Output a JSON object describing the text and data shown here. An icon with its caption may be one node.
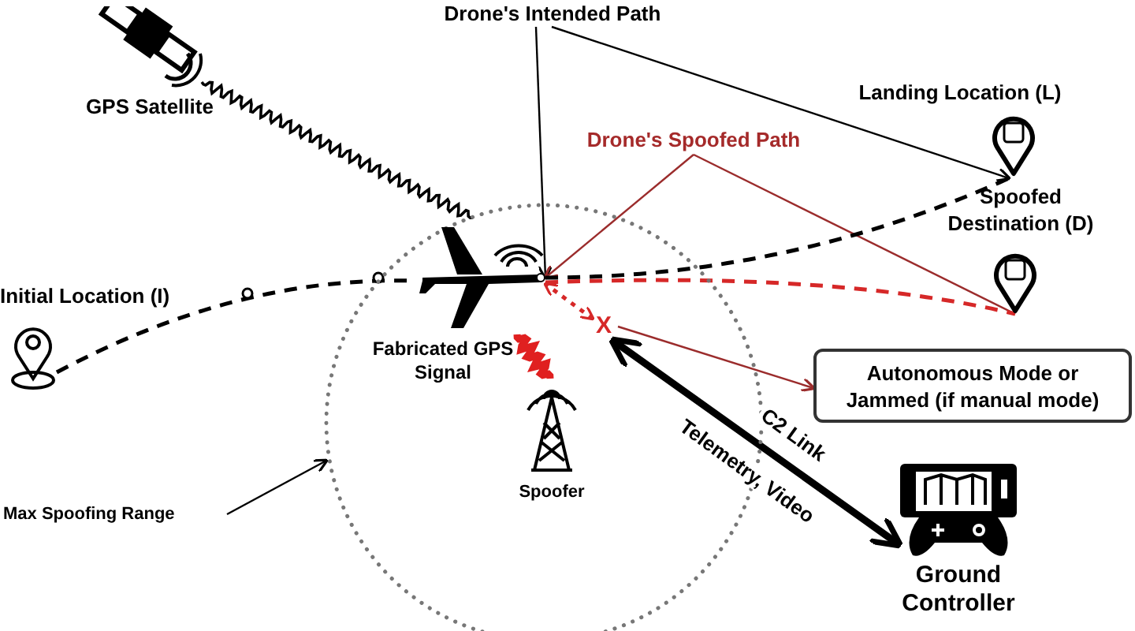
{
  "diagram": {
    "nodes": [
      {
        "text": [
          "Drone's Intended Path"
        ]
      },
      {
        "text": [
          "GPS Satellite"
        ]
      },
      {
        "text": [
          "Initial Location (I)"
        ]
      },
      {
        "text": [],
        "shape": "picture",
        "in": 12
      },
      {
        "text": [
          "Drone's Spoofed Path"
        ]
      },
      {
        "text": [
          "Landing Location (L)"
        ]
      },
      {
        "text": [
          "Spoofed Destination (D)"
        ]
      },
      {
        "text": [
          "Autonomous Mode or Jammed (if manual mode)"
        ]
      },
      {
        "text": [
          "Spoofer"
        ],
        "in": 12
      },
      {
        "text": [
          "Ground Controller"
        ]
      },
      {
        "text": [
          "X"
        ],
        "in": 12
      },
      {
        "text": [
          "Max Spoofing Range"
        ]
      },
      {
        "text": [],
        "shape": "circle"
      }
    ],
    "edges": [
      {
        "from": 0,
        "to": 3,
        "arrow": "to"
      },
      {
        "from": 0,
        "to": 5,
        "arrow": "to"
      },
      {
        "from": 4,
        "to": 3,
        "arrow": "to",
        "color": "#9b2c2c"
      },
      {
        "from": 4,
        "to": 6,
        "arrow": "none",
        "color": "#9b2c2c"
      },
      {
        "from": 2,
        "to": 3,
        "arrow": "none",
        "style": "dashed"
      },
      {
        "from": 3,
        "to": 5,
        "arrow": "none",
        "style": "dashed"
      },
      {
        "from": 3,
        "to": 6,
        "arrow": "none",
        "style": "dashed",
        "color": "#d62828"
      },
      {
        "from": 1,
        "to": 3,
        "arrow": "none"
      },
      {
        "from": 8,
        "to": 3,
        "arrow": "none",
        "style": "thick",
        "color": "#e02020"
      },
      {
        "from": 10,
        "to": 3,
        "arrow": "both",
        "style": "dashed",
        "color": "#d62828"
      },
      {
        "from": 10,
        "to": 7,
        "arrow": "to",
        "color": "#9b2c2c"
      },
      {
        "from": 10,
        "to": 9,
        "arrow": "both",
        "style": "thick",
        "label": "C2 Link"
      },
      {
        "from": 11,
        "to": 12,
        "arrow": "to"
      }
    ],
    "labels": [
      "Fabricated GPS Signal",
      "Telemetry, Video"
    ]
  }
}
